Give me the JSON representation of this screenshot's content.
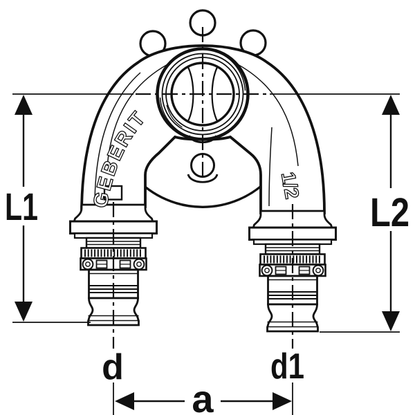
{
  "colors": {
    "background": "#ffffff",
    "ink": "#111111"
  },
  "branding": {
    "manufacturer": "GEBERIT",
    "size_marking": "1/2"
  },
  "dimension_labels": {
    "left_height": "L1",
    "right_height": "L2",
    "left_outlet_diameter": "d",
    "right_outlet_diameter": "d1",
    "outlet_spacing": "a"
  }
}
